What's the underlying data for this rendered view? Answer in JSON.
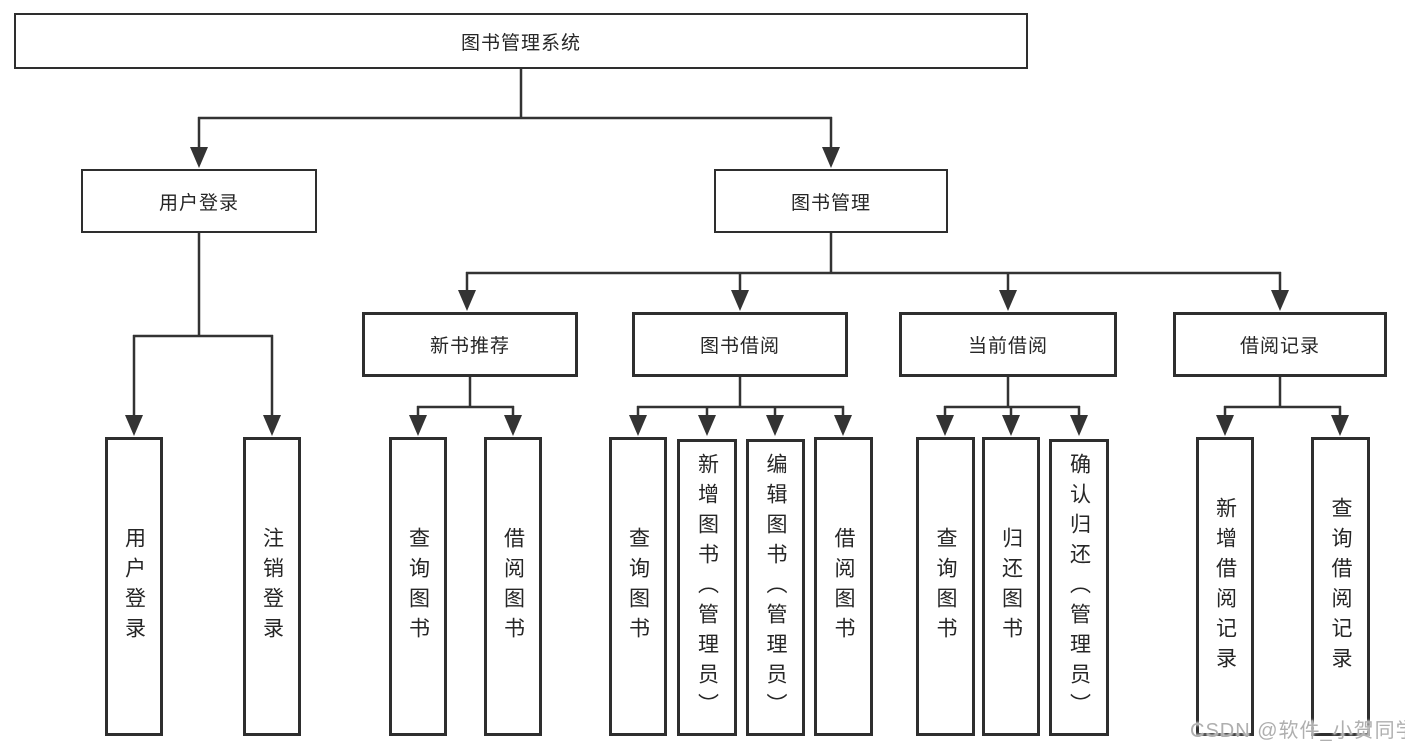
{
  "diagram": {
    "root": "图书管理系统",
    "level2": {
      "user": "用户登录",
      "book": "图书管理"
    },
    "level3": {
      "recommend": "新书推荐",
      "borrow": "图书借阅",
      "current": "当前借阅",
      "records": "借阅记录"
    },
    "leaves": {
      "user": [
        "用户登录",
        "注销登录"
      ],
      "recommend": [
        "查询图书",
        "借阅图书"
      ],
      "borrow": [
        "查询图书",
        "新增图书（管理员）",
        "编辑图书（管理员）",
        "借阅图书"
      ],
      "current": [
        "查询图书",
        "归还图书",
        "确认归还（管理员）"
      ],
      "records": [
        "新增借阅记录",
        "查询借阅记录"
      ]
    }
  },
  "watermark": {
    "text": "CSDN @软件_小贺同学"
  },
  "colors": {
    "line": "#333333",
    "border": "#2e2e2e",
    "text": "#262626",
    "watermark": "#afafaf",
    "background": "#ffffff"
  }
}
